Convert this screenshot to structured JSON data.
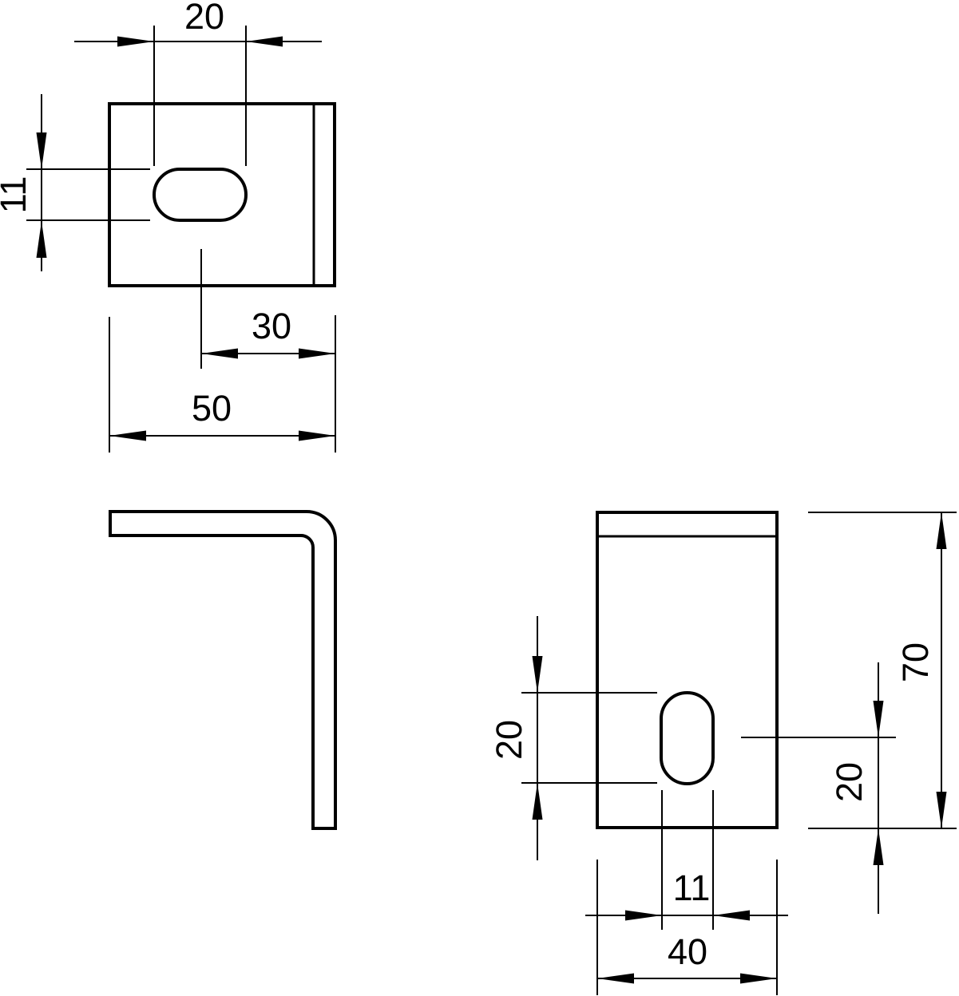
{
  "page": {
    "background": "#ffffff",
    "line_color": "#000000",
    "description": "Technical drawing of an L-shaped mounting bracket with slotted holes, three orthographic views"
  },
  "dims": {
    "top": {
      "slot_width": "20",
      "slot_height": "11",
      "slot_center_to_right": "30",
      "overall_width": "50"
    },
    "front": {
      "slot_height": "20",
      "slot_width": "11",
      "overall_width": "40",
      "overall_height": "70",
      "slot_center_to_bottom": "20"
    }
  }
}
